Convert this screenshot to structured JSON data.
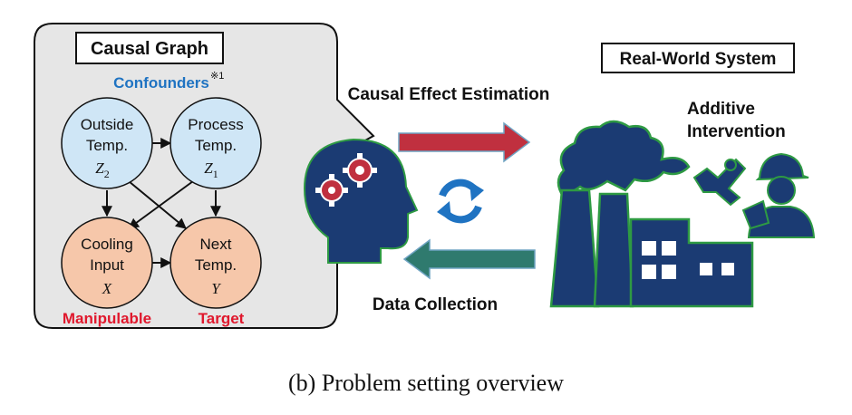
{
  "causal_graph": {
    "title": "Causal Graph",
    "confounders_label": "Confounders",
    "confounders_note": "※1",
    "nodes": {
      "outside_temp": {
        "line1": "Outside",
        "line2": "Temp.",
        "var": "Z",
        "sub": "2"
      },
      "process_temp": {
        "line1": "Process",
        "line2": "Temp.",
        "var": "Z",
        "sub": "1"
      },
      "cooling_input": {
        "line1": "Cooling",
        "line2": "Input",
        "var": "X"
      },
      "next_temp": {
        "line1": "Next",
        "line2": "Temp.",
        "var": "Y"
      }
    },
    "manipulable_label": "Manipulable",
    "target_label": "Target"
  },
  "real_world": {
    "title": "Real-World System",
    "additive_line1": "Additive",
    "additive_line2": "Intervention"
  },
  "flow": {
    "estimation_label": "Causal Effect Estimation",
    "collection_label": "Data Collection"
  },
  "caption": "(b) Problem setting overview",
  "colors": {
    "node_blue": "#cfe6f6",
    "node_orange": "#f6c7aa",
    "panel_gray": "#e6e6e6",
    "accent_blue": "#1f73c2",
    "accent_red": "#e0182d",
    "arrow_red": "#c0303f",
    "arrow_green": "#2f7a6e",
    "factory_navy": "#1b3b73",
    "factory_green": "#2e9a43"
  },
  "icons": [
    "head-gears-icon",
    "cycle-arrows-icon",
    "factory-icon",
    "robot-arm-icon",
    "worker-icon"
  ]
}
